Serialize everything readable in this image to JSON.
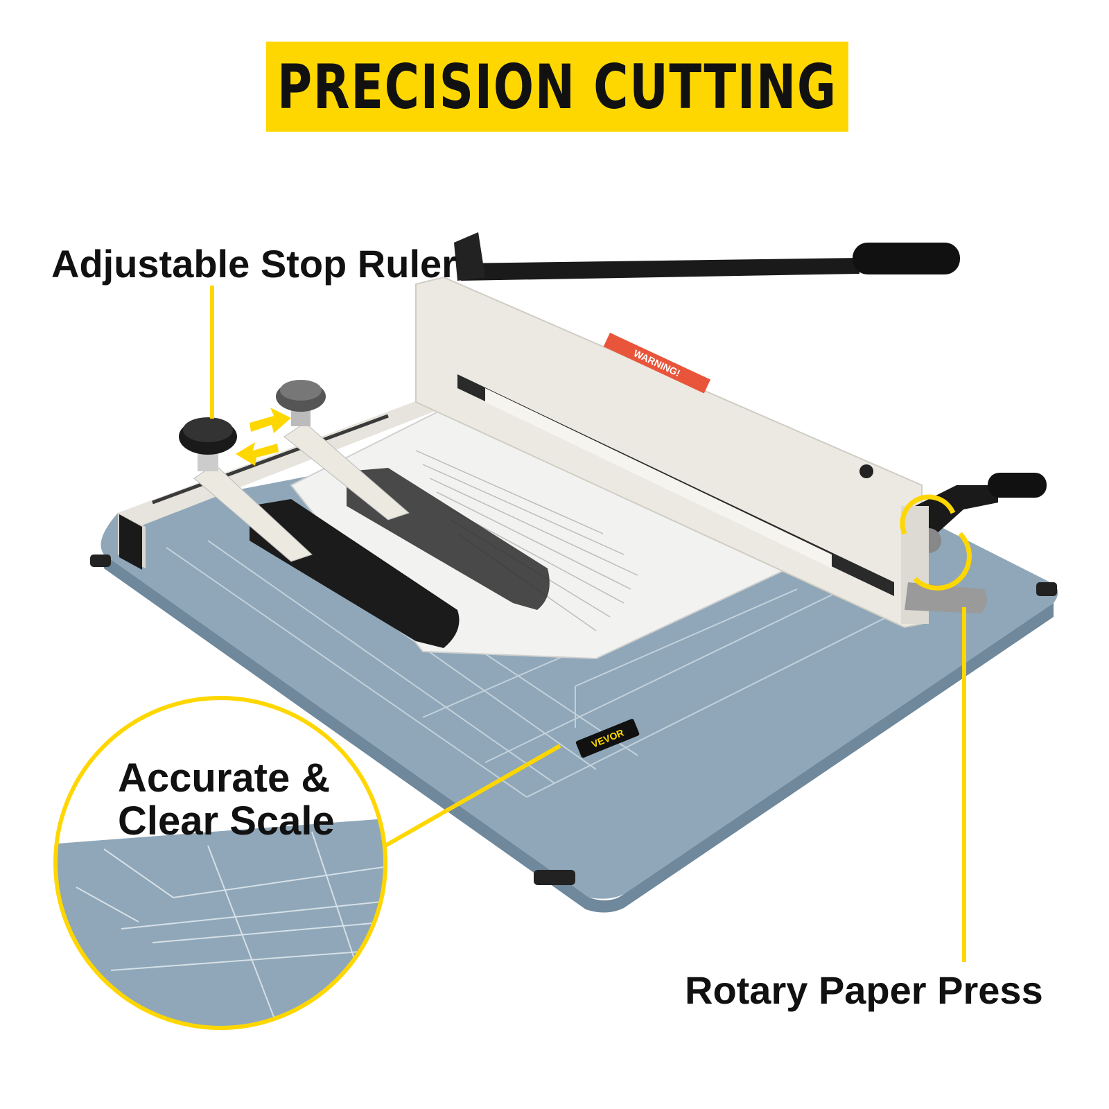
{
  "title": "PRECISION CUTTING",
  "callouts": {
    "stop_ruler": "Adjustable Stop Ruler",
    "scale_line1": "Accurate &",
    "scale_line2": "Clear Scale",
    "paper_press": "Rotary Paper Press"
  },
  "brand_plate": "VEVOR",
  "warning_label": "WARNING!",
  "colors": {
    "accent": "#ffd700",
    "base": "#8fa7b9",
    "body": "#e9e7df",
    "handle": "#1a1a1a"
  }
}
